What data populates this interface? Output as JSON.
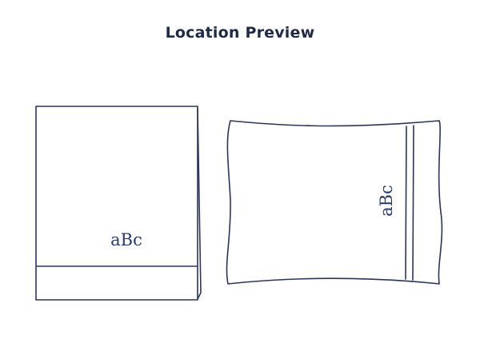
{
  "header": {
    "title": "Location Preview"
  },
  "towel": {
    "monogram": "aBc"
  },
  "pillowcase": {
    "monogram": "aBc"
  },
  "colors": {
    "outline": "#2a3558",
    "monogram": "#263a6b",
    "title": "#1f2a44"
  }
}
